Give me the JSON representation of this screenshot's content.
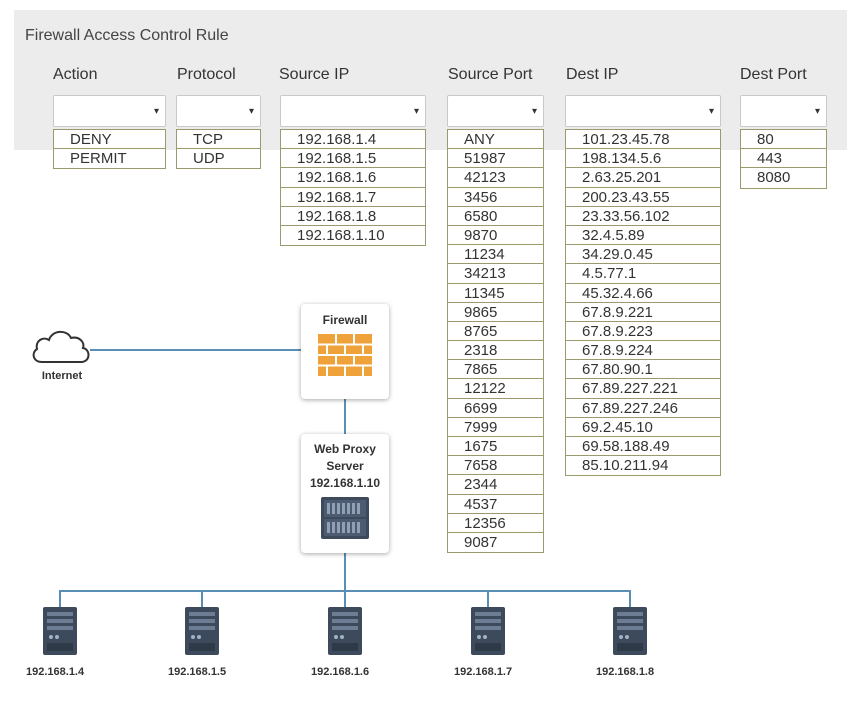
{
  "panel": {
    "title": "Firewall Access Control Rule",
    "columns": [
      {
        "label": "Action",
        "options": [
          "DENY",
          "PERMIT"
        ]
      },
      {
        "label": "Protocol",
        "options": [
          "TCP",
          "UDP"
        ]
      },
      {
        "label": "Source IP",
        "options": [
          "192.168.1.4",
          "192.168.1.5",
          "192.168.1.6",
          "192.168.1.7",
          "192.168.1.8",
          "192.168.1.10"
        ]
      },
      {
        "label": "Source Port",
        "options": [
          "ANY",
          "51987",
          "42123",
          "3456",
          "6580",
          "9870",
          "11234",
          "34213",
          "11345",
          "9865",
          "8765",
          "2318",
          "7865",
          "12122",
          "6699",
          "7999",
          "1675",
          "7658",
          "2344",
          "4537",
          "12356",
          "9087"
        ]
      },
      {
        "label": "Dest IP",
        "options": [
          "101.23.45.78",
          "198.134.5.6",
          "2.63.25.201",
          "200.23.43.55",
          "23.33.56.102",
          "32.4.5.89",
          "34.29.0.45",
          "4.5.77.1",
          "45.32.4.66",
          "67.8.9.221",
          "67.8.9.223",
          "67.8.9.224",
          "67.80.90.1",
          "67.89.227.221",
          "67.89.227.246",
          "69.2.45.10",
          "69.58.188.49",
          "85.10.211.94"
        ]
      },
      {
        "label": "Dest Port",
        "options": [
          "80",
          "443",
          "8080"
        ]
      }
    ],
    "caret": "▾"
  },
  "network": {
    "internet_label": "Internet",
    "firewall_label": "Firewall",
    "proxy_label_line1": "Web Proxy",
    "proxy_label_line2": "Server",
    "proxy_ip": "192.168.1.10",
    "hosts": [
      "192.168.1.4",
      "192.168.1.5",
      "192.168.1.6",
      "192.168.1.7",
      "192.168.1.8"
    ],
    "colors": {
      "line": "#5a8fb5",
      "firewall": "#f0a23a",
      "server": "#3d4a5c",
      "server_light": "#6d7d93"
    }
  }
}
